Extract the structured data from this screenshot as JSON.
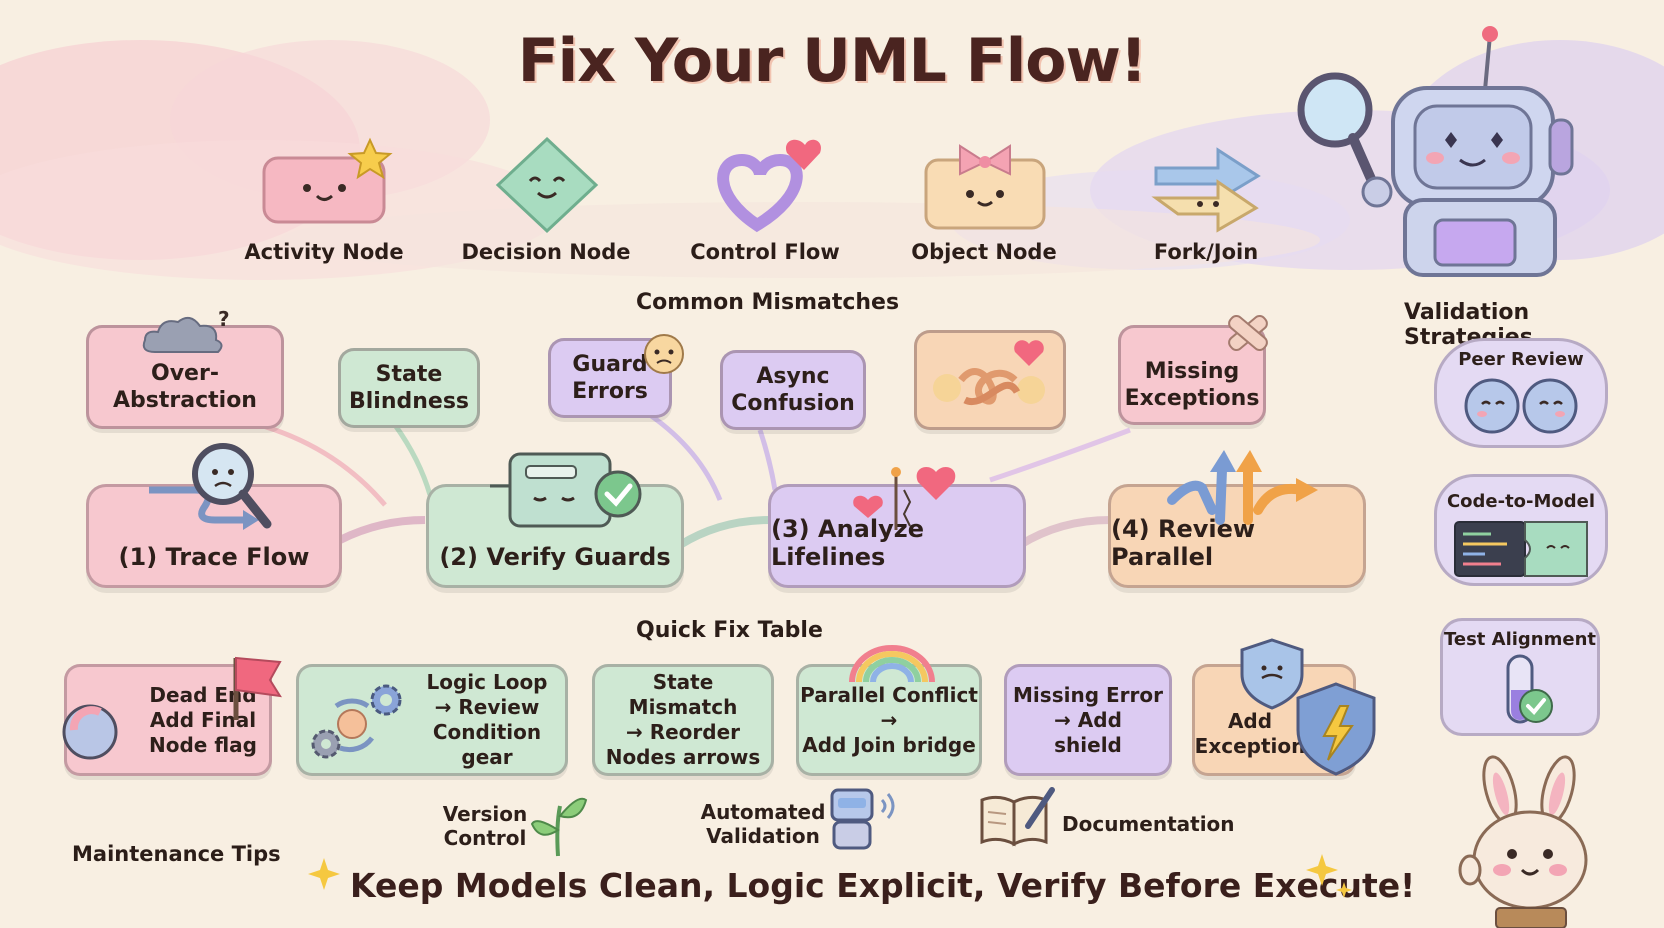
{
  "title": "Fix Your UML Flow!",
  "legend": [
    {
      "label": "Activity Node",
      "icon": "activity-node-icon"
    },
    {
      "label": "Decision Node",
      "icon": "decision-node-icon"
    },
    {
      "label": "Control Flow",
      "icon": "control-flow-icon"
    },
    {
      "label": "Object Node",
      "icon": "object-node-icon"
    },
    {
      "label": "Fork/Join",
      "icon": "fork-join-icon"
    }
  ],
  "mismatches": {
    "heading": "Common Mismatches",
    "items": [
      {
        "label": "Over-Abstraction"
      },
      {
        "label": "State\nBlindness"
      },
      {
        "label": "Guard\nErrors"
      },
      {
        "label": "Async\nConfusion"
      },
      {
        "label": ""
      },
      {
        "label": "Missing\nExceptions"
      }
    ]
  },
  "steps": [
    {
      "label": "(1) Trace Flow"
    },
    {
      "label": "(2) Verify Guards"
    },
    {
      "label": "(3) Analyze Lifelines"
    },
    {
      "label": "(4) Review Parallel"
    }
  ],
  "quick_fix": {
    "heading": "Quick Fix Table",
    "items": [
      {
        "line1": "Dead End",
        "line2": "Add Final",
        "line3": "Node flag"
      },
      {
        "line1": "Logic Loop",
        "line2": "→ Review",
        "line3": "Condition gear"
      },
      {
        "line1": "State Mismatch",
        "line2": "→ Reorder",
        "line3": "Nodes arrows"
      },
      {
        "line1": "Parallel Conflict",
        "line2": "→",
        "line3": "Add Join bridge"
      },
      {
        "line1": "Missing Error",
        "line2": "→ Add",
        "line3": "shield"
      },
      {
        "line1": "Add",
        "line2": "Exception",
        "line3": ""
      }
    ]
  },
  "validation": {
    "heading": "Validation Strategies",
    "items": [
      {
        "label": "Peer Review"
      },
      {
        "label": "Code-to-Model"
      },
      {
        "label": "Test Alignment"
      }
    ]
  },
  "maintenance": {
    "heading": "Maintenance Tips",
    "tips": [
      {
        "label": "Version\nControl"
      },
      {
        "label": "Automated\nValidation"
      },
      {
        "label": "Documentation"
      }
    ]
  },
  "footer": "Keep Models Clean, Logic Explicit, Verify Before Execute!",
  "colors": {
    "pink": "#f7c8cf",
    "green": "#cfe8d3",
    "purple": "#dccbf2",
    "peach": "#f8d6b6",
    "title": "#4a2420"
  }
}
